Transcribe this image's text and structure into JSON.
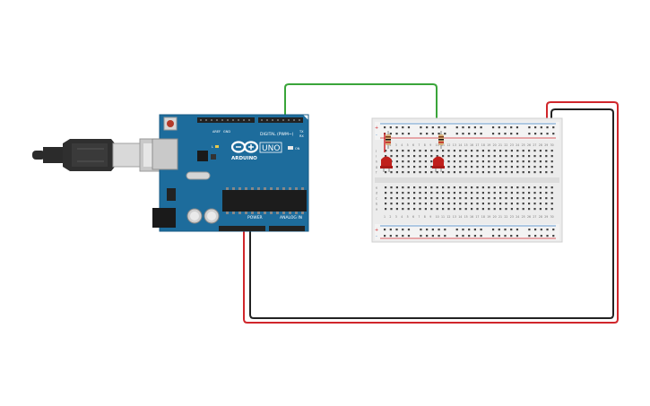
{
  "circuit": {
    "arduino": {
      "logo_text": "ARDUINO",
      "model": "UNO",
      "digital_header": "DIGITAL (PWM~)",
      "power_label": "POWER",
      "analog_label": "ANALOG IN",
      "tx_label": "TX",
      "rx_label": "RX",
      "l_label": "L",
      "on_label": "ON",
      "aref_label": "AREF",
      "gnd_label": "GND",
      "board_color": "#1d6c9c"
    },
    "breadboard": {
      "top_row_numbers": [
        "1",
        "2",
        "3",
        "4",
        "5",
        "6",
        "7",
        "8",
        "9",
        "10",
        "11",
        "12",
        "13",
        "14",
        "15",
        "16",
        "17",
        "18",
        "19",
        "20",
        "21",
        "22",
        "23",
        "24",
        "25",
        "26",
        "27",
        "28",
        "29",
        "30"
      ],
      "bottom_row_numbers": [
        "1",
        "2",
        "3",
        "4",
        "5",
        "6",
        "7",
        "8",
        "9",
        "10",
        "11",
        "12",
        "13",
        "14",
        "15",
        "16",
        "17",
        "18",
        "19",
        "20",
        "21",
        "22",
        "23",
        "24",
        "25",
        "26",
        "27",
        "28",
        "29",
        "30"
      ],
      "row_letters_top": [
        "j",
        "i",
        "h",
        "g",
        "f"
      ],
      "row_letters_bottom": [
        "e",
        "d",
        "c",
        "b",
        "a"
      ],
      "rail_plus": "+",
      "rail_minus": "-"
    },
    "components": {
      "led_color": "#c0201c",
      "wire_signal_color": "#3aa53a",
      "wire_power_color": "#d0262b",
      "wire_ground_color": "#222222",
      "usb_cable_color": "#2b2b2b"
    }
  }
}
